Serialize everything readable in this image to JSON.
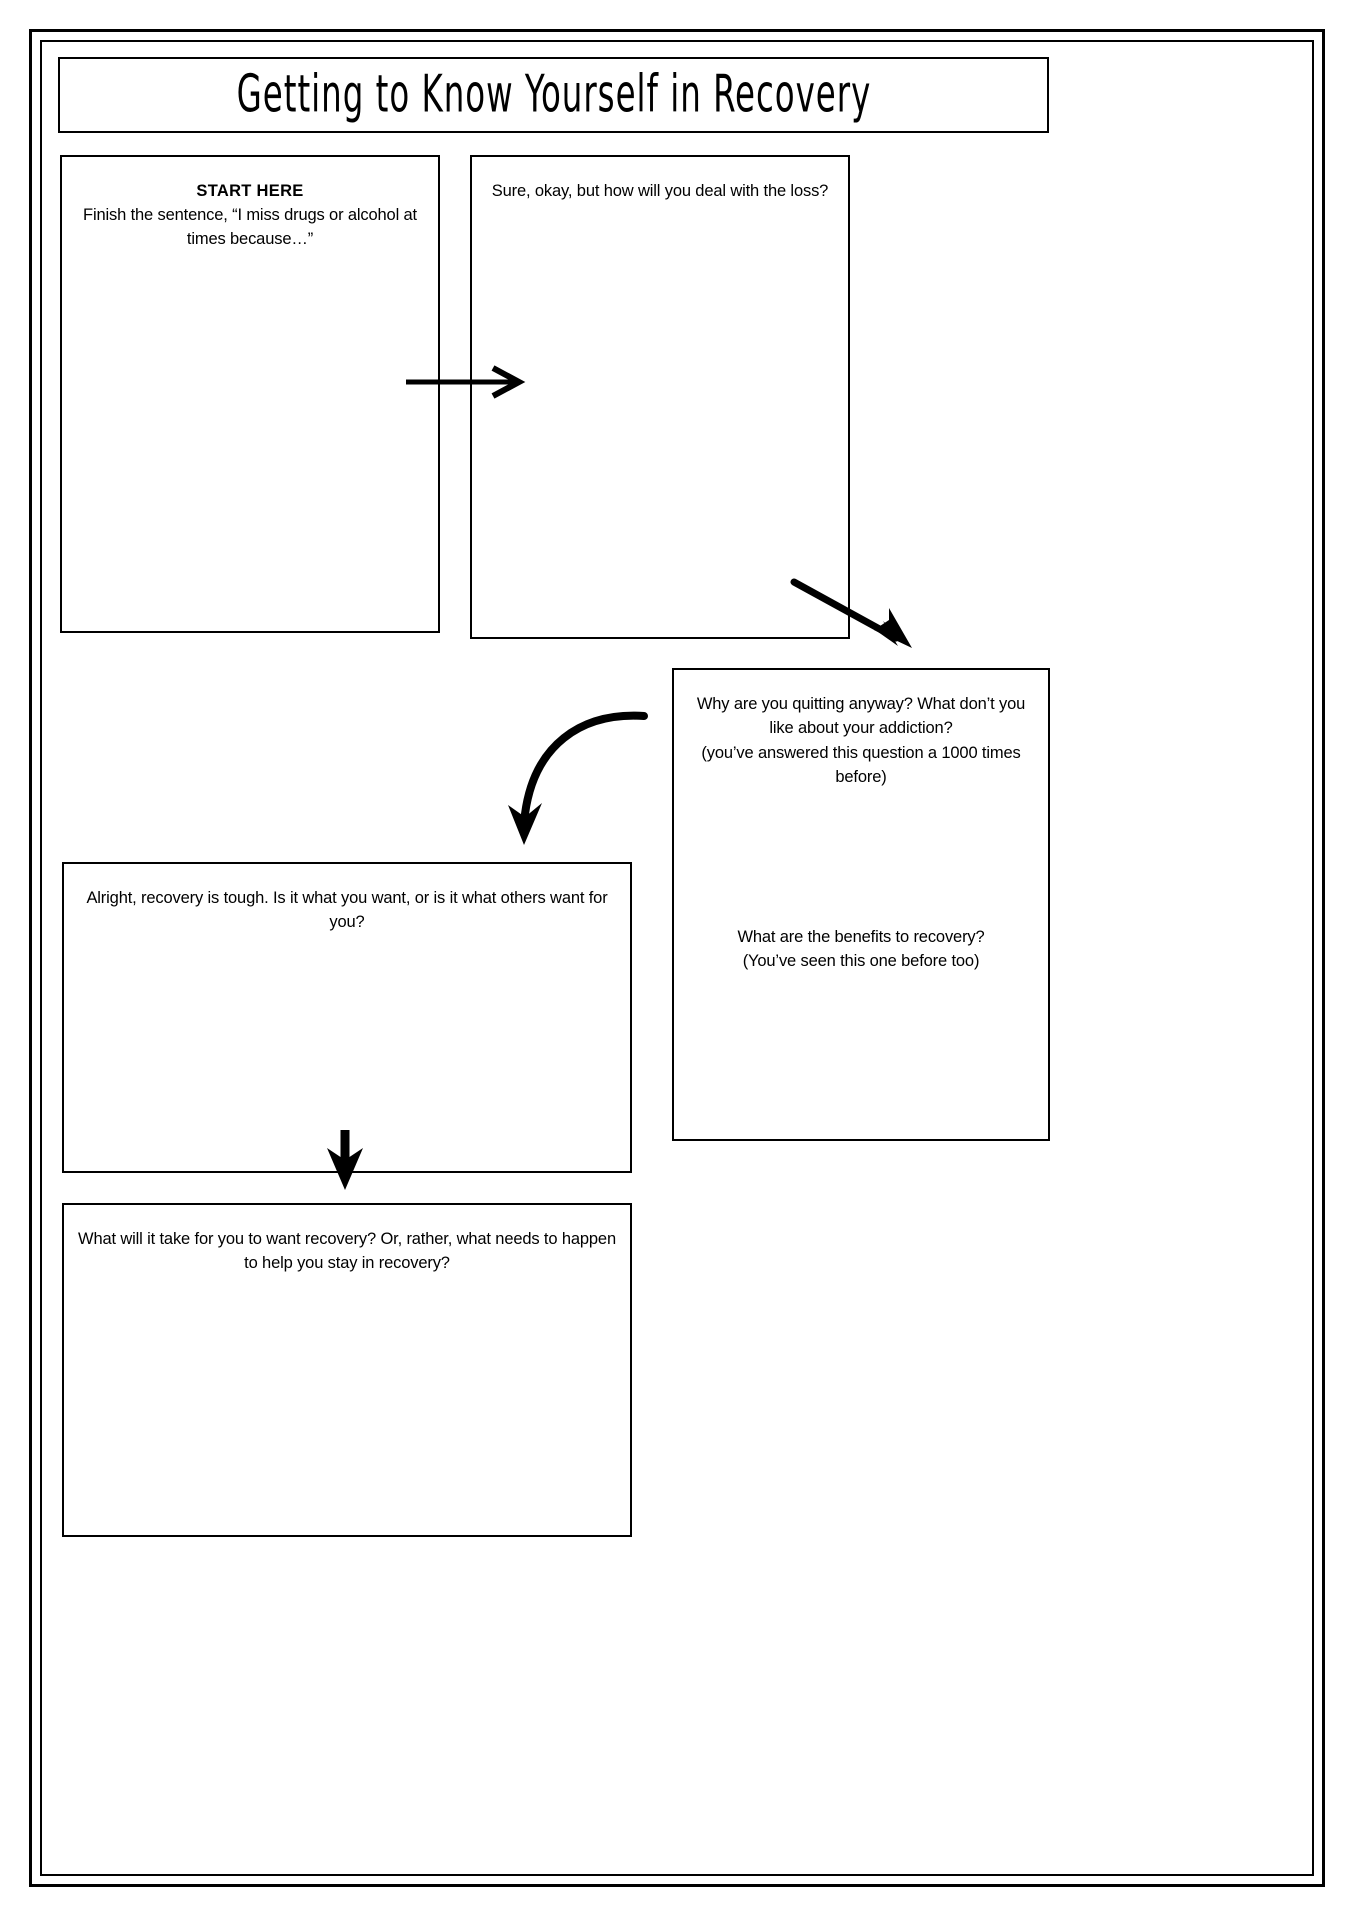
{
  "page": {
    "title": "Getting to Know Yourself in Recovery",
    "ink_color": "#000000",
    "background_color": "#ffffff"
  },
  "boxes": [
    {
      "id": "start",
      "heading": "START HERE",
      "body": "Finish the sentence, “I miss drugs or alcohol at times because…”"
    },
    {
      "id": "loss",
      "body": "Sure, okay, but how will you deal with the loss?"
    },
    {
      "id": "why",
      "body_a": "Why are you quitting anyway? What don’t you like about your addiction?\n(you’ve answered this question a 1000 times before)",
      "body_b": "What are the benefits to recovery?\n(You’ve seen this one before too)"
    },
    {
      "id": "tough",
      "body": "Alright, recovery is tough. Is it what you want, or is it what others want for you?"
    },
    {
      "id": "take",
      "body": "What will it take for you to want recovery? Or, rather, what needs to happen to help you stay in recovery?"
    }
  ],
  "arrows": [
    {
      "id": "start-to-loss",
      "shape": "straight-right",
      "icon": "arrow-right-icon"
    },
    {
      "id": "loss-to-why",
      "shape": "diagonal-down-right",
      "icon": "arrow-down-right-icon"
    },
    {
      "id": "why-to-tough",
      "shape": "curved-down-left",
      "icon": "arrow-curved-down-icon"
    },
    {
      "id": "tough-to-take",
      "shape": "straight-down",
      "icon": "arrow-down-icon"
    }
  ]
}
